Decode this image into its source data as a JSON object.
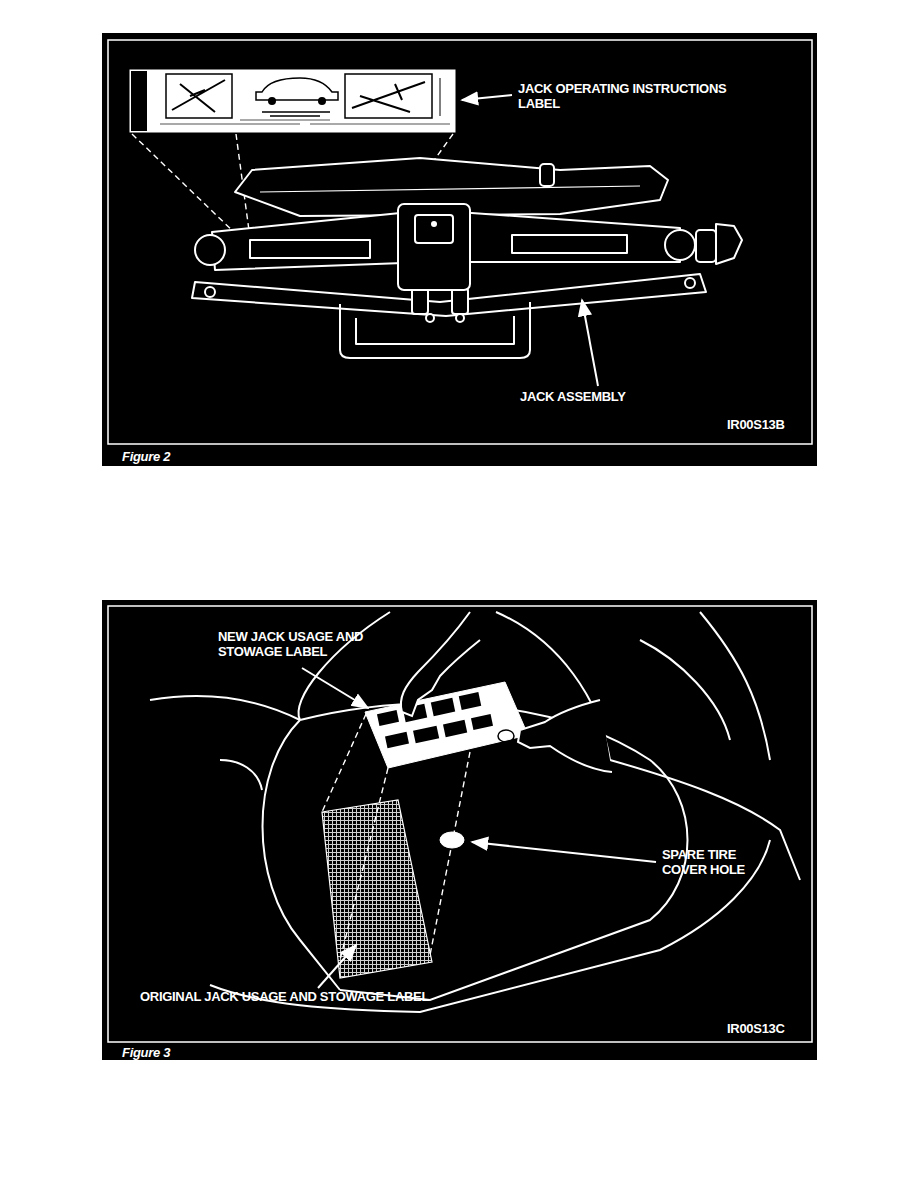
{
  "diagram": {
    "labels": [
      "JACK OPERATING INSTRUCTIONS LABEL",
      "JACK ASSEMBLY",
      "IR00S13B",
      "Figure 2",
      "NEW JACK USAGE AND STOWAGE LABEL",
      "SPARE TIRE COVER HOLE",
      "ORIGINAL JACK USAGE AND STOWAGE LABEL",
      "IR00S13C",
      "Figure 3"
    ]
  }
}
